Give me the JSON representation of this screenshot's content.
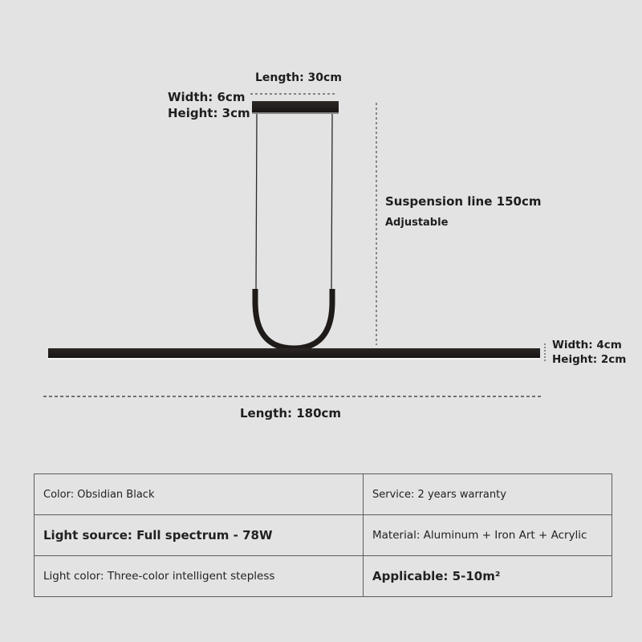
{
  "dimensions": {
    "canopy_length": "Length: 30cm",
    "canopy_width": "Width: 6cm",
    "canopy_height": "Height: 3cm",
    "suspension_line": "Suspension line 150cm",
    "suspension_note": "Adjustable",
    "bar_width": "Width: 4cm",
    "bar_height": "Height: 2cm",
    "bar_length": "Length: 180cm"
  },
  "specs": [
    [
      "Color: Obsidian Black",
      "Service: 2 years warranty"
    ],
    [
      "Light source: Full spectrum - 78W",
      "Material: Aluminum + Iron Art + Acrylic"
    ],
    [
      "Light color: Three-color intelligent stepless",
      "Applicable: 5-10m²"
    ]
  ],
  "colors": {
    "background": "#e3e3e3",
    "fixture": "#1f1b19",
    "line": "#2a2a2a"
  }
}
